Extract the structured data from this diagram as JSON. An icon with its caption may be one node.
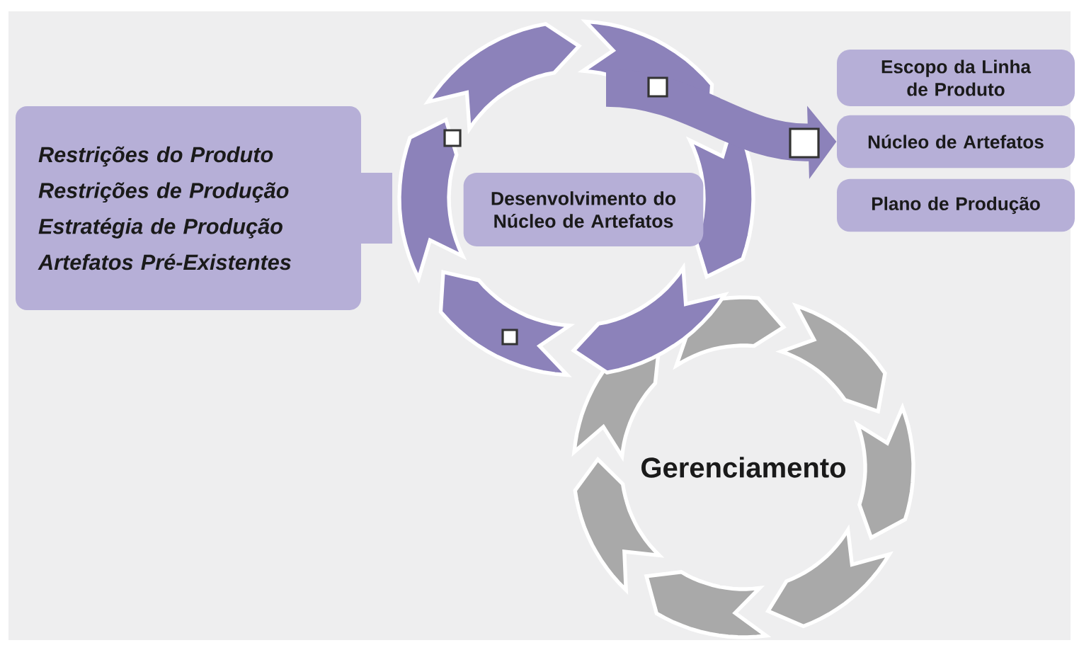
{
  "diagram": {
    "nodes": [
      {
        "text": [
          "Restrições do Produto",
          "Restrições de Produção",
          "Estratégia de Produção",
          "Artefatos Pré-Existentes"
        ]
      },
      {
        "text": [
          "Desenvolvimento do Núcleo de Artefatos"
        ]
      },
      {
        "text": [
          "Escopo da Linha de Produto"
        ]
      },
      {
        "text": [
          "Núcleo de Artefatos"
        ]
      },
      {
        "text": [
          "Plano de Produção"
        ]
      },
      {
        "text": [
          "Gerenciamento"
        ]
      }
    ],
    "edges": [
      {
        "from": null,
        "to": 3,
        "arrow": "to"
      }
    ]
  }
}
